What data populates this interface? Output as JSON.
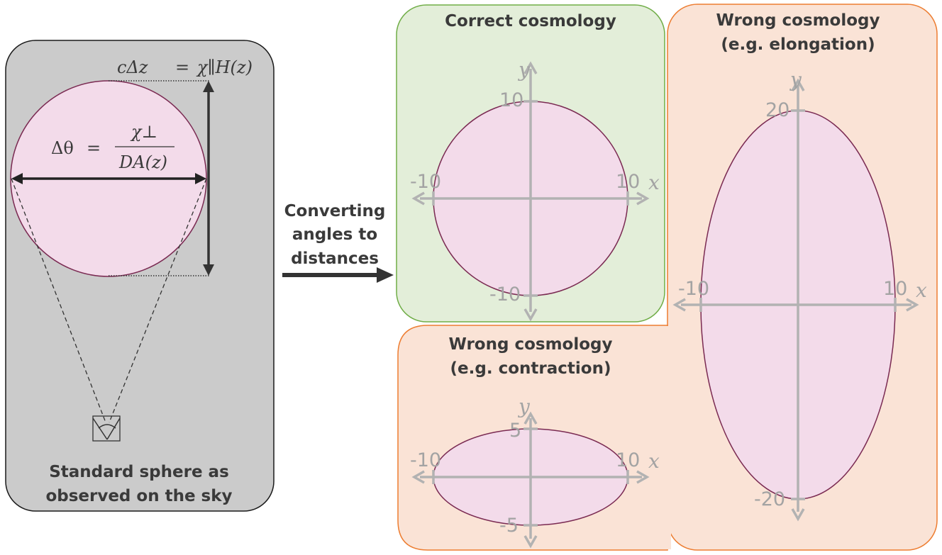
{
  "left_panel": {
    "caption_line1": "Standard sphere as",
    "caption_line2": "observed on the sky",
    "eq_radial_lhs": "cΔz",
    "eq_radial_eq": "=",
    "eq_radial_rhs": "χ∥H(z)",
    "eq_angle_lhs": "Δθ",
    "eq_angle_eq": "=",
    "eq_angle_num": "χ⊥",
    "eq_angle_den": "DA(z)",
    "eye_icon": "eye-icon"
  },
  "arrow": {
    "line1": "Converting",
    "line2": "angles to",
    "line3": "distances"
  },
  "panels": {
    "correct": {
      "title": "Correct cosmology",
      "x_var": "x",
      "y_var": "y",
      "tick_xmin": "-10",
      "tick_xmax": "10",
      "tick_ymin": "-10",
      "tick_ymax": "10"
    },
    "contraction": {
      "title_line1": "Wrong cosmology",
      "title_line2": "(e.g. contraction)",
      "x_var": "x",
      "y_var": "y",
      "tick_xmin": "-10",
      "tick_xmax": "10",
      "tick_ymin": "-5",
      "tick_ymax": "5"
    },
    "elongation": {
      "title_line1": "Wrong cosmology",
      "title_line2": "(e.g. elongation)",
      "x_var": "x",
      "y_var": "y",
      "tick_xmin": "-10",
      "tick_xmax": "10",
      "tick_ymin": "-20",
      "tick_ymax": "20"
    }
  },
  "colors": {
    "gray_panel": "#cbcbcb",
    "green_panel": "#e3eed9",
    "green_border": "#70ad47",
    "orange_panel": "#fae3d6",
    "orange_border": "#ed7d31",
    "sphere_fill": "#f3dbea"
  }
}
